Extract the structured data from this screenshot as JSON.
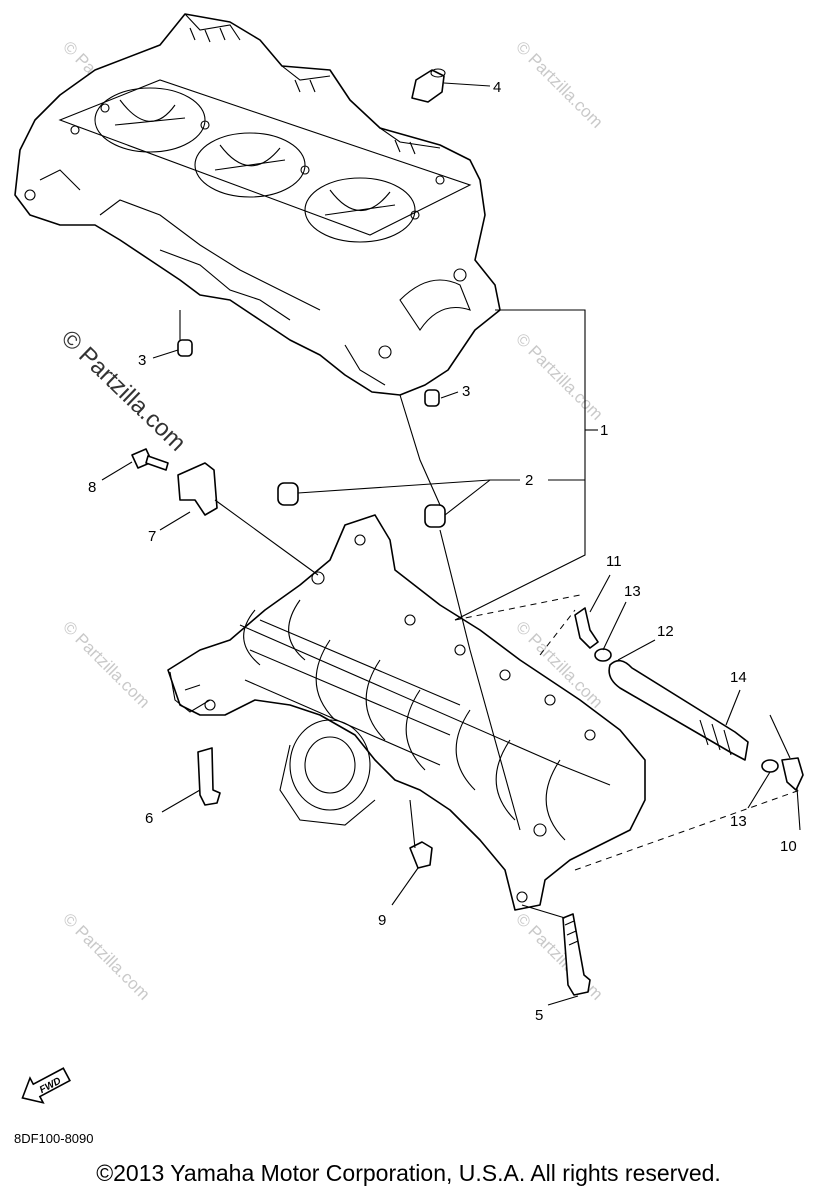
{
  "diagram": {
    "callouts": [
      "1",
      "2",
      "3",
      "3",
      "4",
      "5",
      "6",
      "7",
      "8",
      "9",
      "10",
      "11",
      "12",
      "13",
      "13",
      "14"
    ],
    "fwd_label": "FWD",
    "watermark_small": "© Partzilla.com",
    "watermark_large": "© Partzilla.com"
  },
  "footer": {
    "code": "8DF100-8090",
    "copyright": "©2013  Yamaha Motor Corporation, U.S.A. All rights reserved."
  }
}
